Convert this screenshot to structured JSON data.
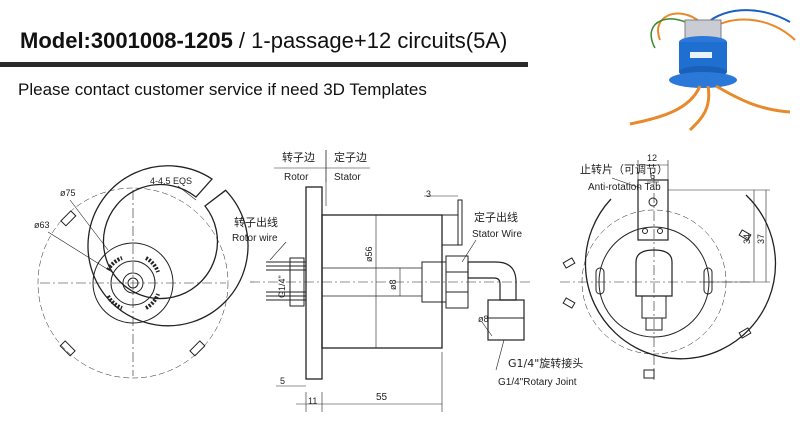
{
  "header": {
    "model_prefix": "Model:",
    "model_number": "3001008-1205",
    "model_suffix": " / 1-passage+12 circuits(5A)",
    "contact_note": "Please contact customer service if need 3D Templates"
  },
  "front_view": {
    "dim_outer": "ø75",
    "dim_bolt": "ø63",
    "dim_slots": "4-4.5 EQS"
  },
  "side_view": {
    "rotor_side_cn": "转子边",
    "stator_side_cn": "定子边",
    "rotor_side_en": "Rotor",
    "stator_side_en": "Stator",
    "rotor_wire_cn": "转子出线",
    "rotor_wire_en": "Rotor wire",
    "stator_wire_cn": "定子出线",
    "stator_wire_en": "Stator Wire",
    "dim_thread": "G1/4\"",
    "dim_body": "ø56",
    "dim_bore": "ø8",
    "dim_fitting": "ø8",
    "dim_flange_thk": "3",
    "dim_left": "5",
    "dim_flange": "11",
    "dim_length": "55",
    "joint_cn": "G1/4\"旋转接头",
    "joint_en": "G1/4\"Rotary Joint"
  },
  "rear_view": {
    "tab_cn": "止转片（可调节）",
    "tab_en": "Anti-rotation Tab",
    "dim_width": "12",
    "dim_hole": "6",
    "dim_h1": "34",
    "dim_h2": "37"
  },
  "colors": {
    "line": "#222222",
    "product_body": "#1f6fd0",
    "product_wire_orange": "#e8892b"
  },
  "icons": {
    "product_photo": "slip-ring-product-icon"
  }
}
